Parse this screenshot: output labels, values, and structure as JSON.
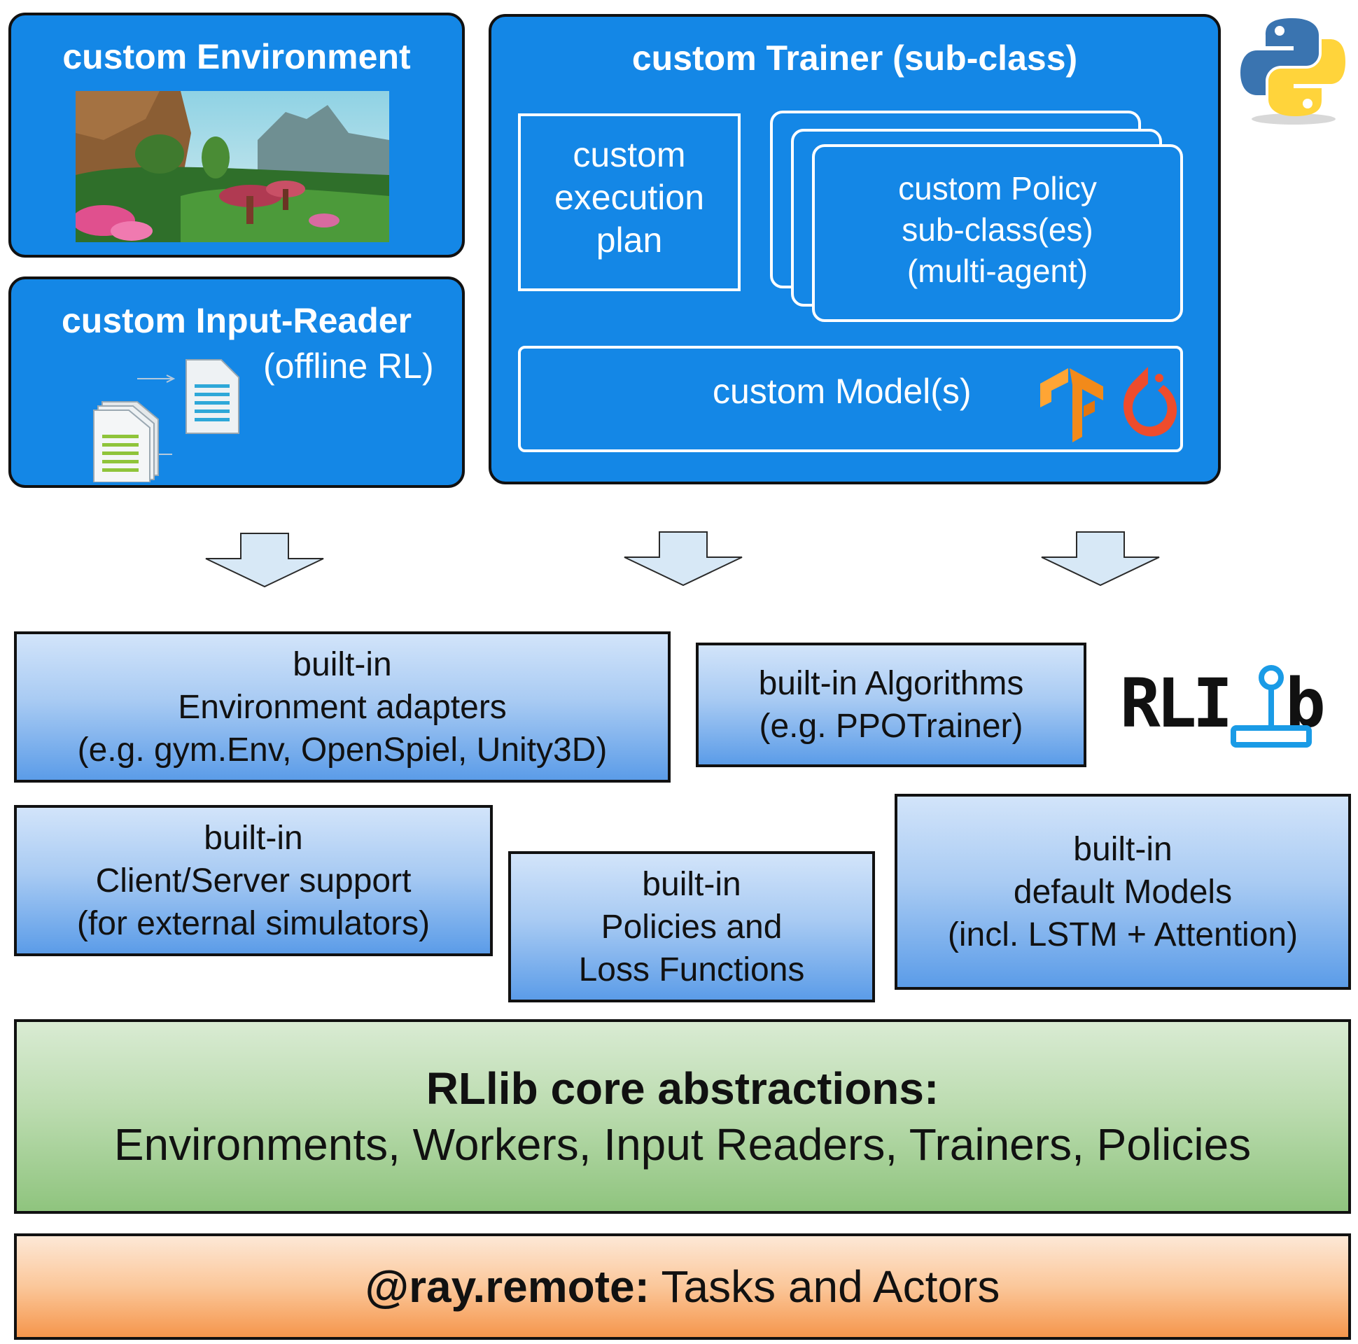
{
  "env": {
    "title": "custom Environment"
  },
  "input_reader": {
    "title": "custom Input-Reader",
    "subtitle": "(offline RL)"
  },
  "trainer": {
    "title": "custom Trainer (sub-class)",
    "execution_plan": [
      "custom",
      "execution",
      "plan"
    ],
    "policy": [
      "custom Policy",
      "sub-class(es)",
      "(multi-agent)"
    ],
    "model": "custom Model(s)"
  },
  "builtins": {
    "env_adapters": [
      "built-in",
      "Environment adapters",
      "(e.g. gym.Env, OpenSpiel, Unity3D)"
    ],
    "algorithms": [
      "built-in Algorithms",
      "(e.g. PPOTrainer)"
    ],
    "client_server": [
      "built-in",
      "Client/Server support",
      "(for external simulators)"
    ],
    "policies": [
      "built-in",
      "Policies and",
      "Loss Functions"
    ],
    "models": [
      "built-in",
      "default Models",
      "(incl. LSTM + Attention)"
    ]
  },
  "core": {
    "title": "RLlib core abstractions:",
    "items": "Environments, Workers, Input Readers, Trainers, Policies"
  },
  "ray": {
    "prefix": "@ray.remote:",
    "rest": " Tasks and Actors"
  },
  "logos": {
    "rllib": "RLlib",
    "python": "python-logo",
    "tensorflow": "tensorflow-logo",
    "pytorch": "pytorch-logo"
  }
}
